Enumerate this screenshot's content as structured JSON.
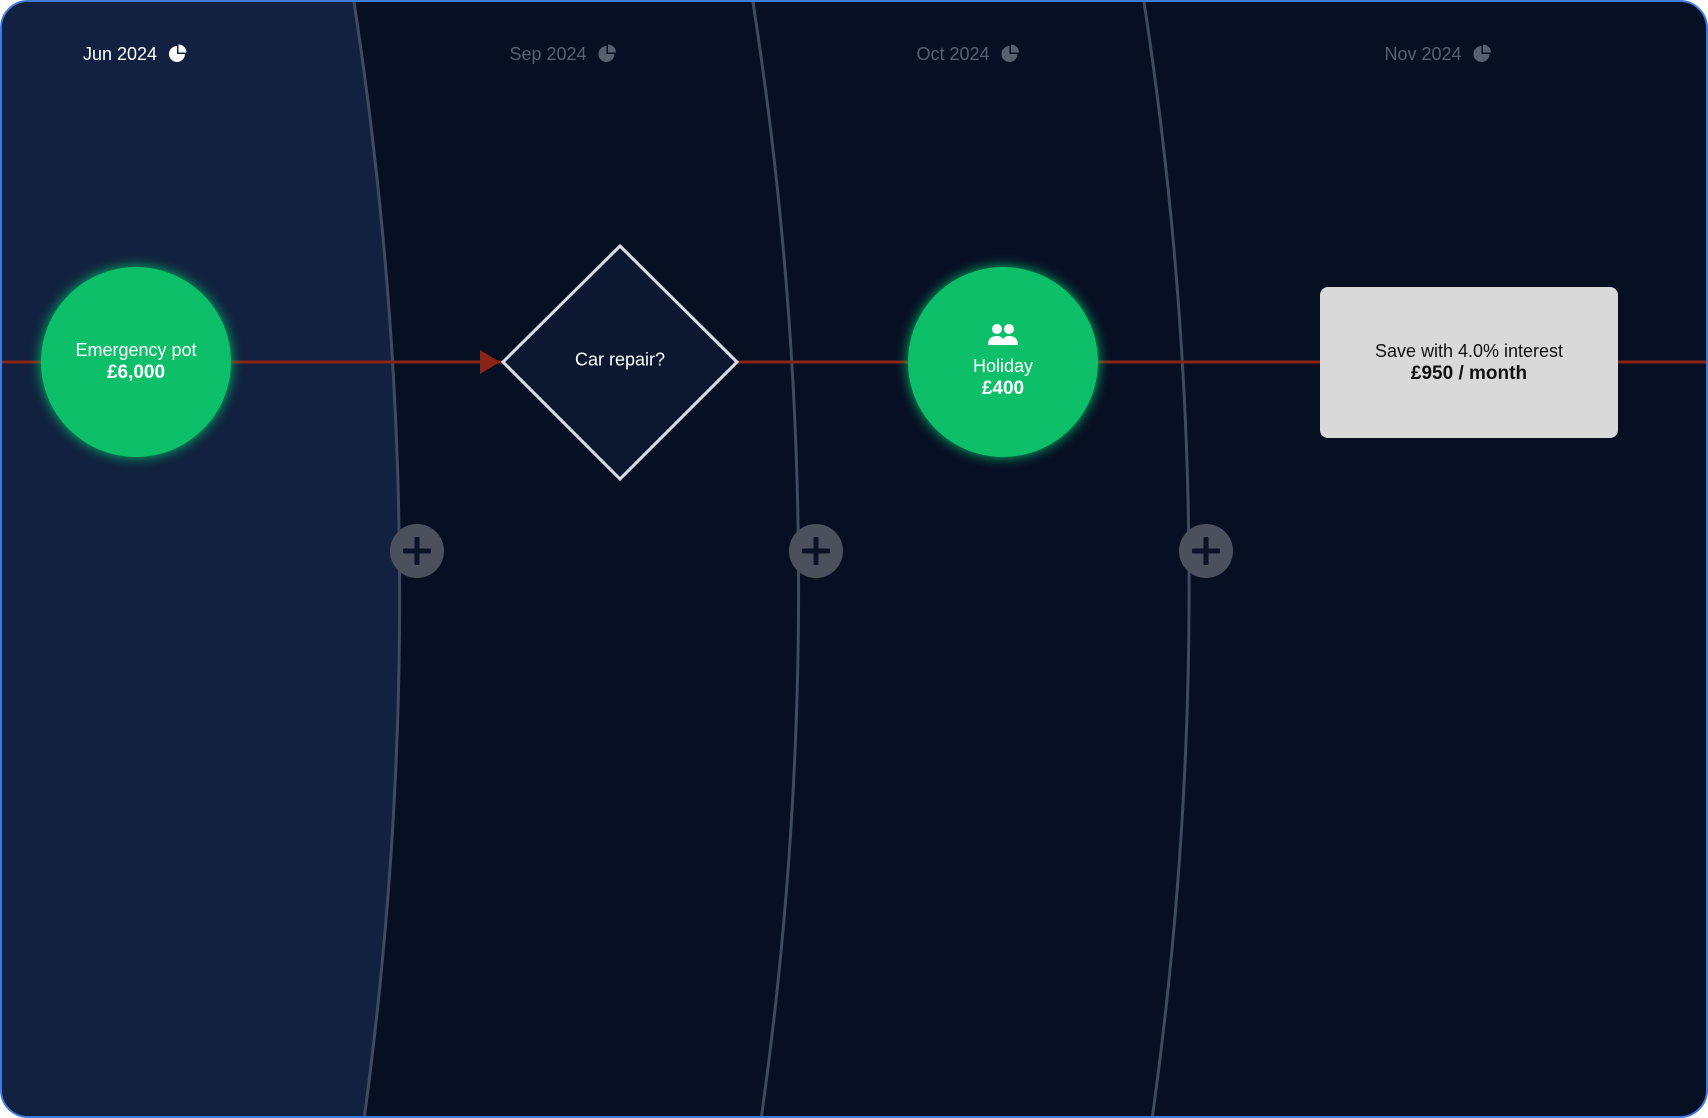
{
  "colors": {
    "background": "#070f23",
    "current_period_band": "#11213f",
    "frame_border": "#3f7be0",
    "timeline": "#8a2416",
    "goal_node": "#08bf68",
    "decision_fill": "#0b1830",
    "decision_stroke": "#d9dde6",
    "divider": "#3e4a5e",
    "add_button": "#4a505c",
    "add_button_glyph": "#0a1328",
    "box_fill": "#d9d9d9",
    "month_active": "#ffffff",
    "month_inactive": "#56606f"
  },
  "months": [
    {
      "label": "Jun 2024",
      "icon": "pie-chart-icon",
      "active": true
    },
    {
      "label": "Sep 2024",
      "icon": "pie-chart-icon",
      "active": false
    },
    {
      "label": "Oct 2024",
      "icon": "pie-chart-icon",
      "active": false
    },
    {
      "label": "Nov 2024",
      "icon": "pie-chart-icon",
      "active": false
    }
  ],
  "nodes": {
    "emergency_pot": {
      "label": "Emergency pot",
      "amount": "£6,000"
    },
    "car_repair": {
      "label": "Car repair?"
    },
    "holiday": {
      "label": "Holiday",
      "amount": "£400",
      "icon": "group-icon"
    },
    "savings": {
      "label": "Save with 4.0% interest",
      "amount": "£950 / month"
    }
  },
  "add_buttons": [
    {
      "icon": "plus-icon"
    },
    {
      "icon": "plus-icon"
    },
    {
      "icon": "plus-icon"
    }
  ]
}
